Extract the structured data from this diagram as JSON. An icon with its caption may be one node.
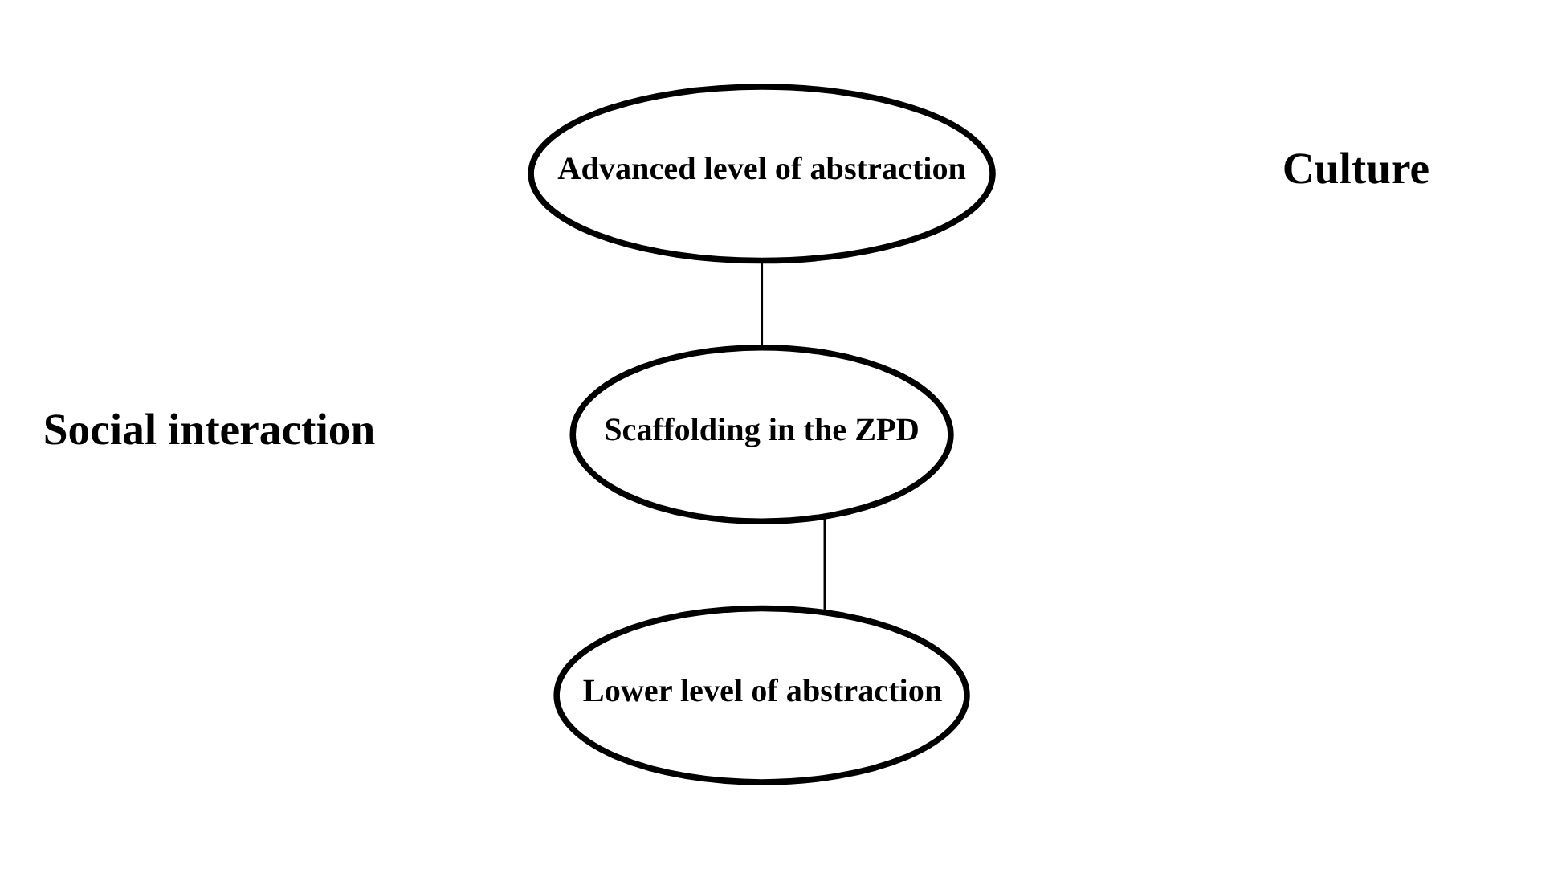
{
  "diagram": {
    "nodes": [
      {
        "text": [
          "Advanced level of abstraction"
        ]
      },
      {
        "text": [
          "Scaffolding in the ZPD"
        ]
      },
      {
        "text": [
          "Lower level of abstraction"
        ]
      }
    ],
    "edges": [
      {
        "from": 0,
        "to": 1,
        "arrow": "none"
      },
      {
        "from": 1,
        "to": 2,
        "arrow": "none"
      }
    ],
    "labels": [
      "Culture",
      "Social interaction"
    ]
  }
}
